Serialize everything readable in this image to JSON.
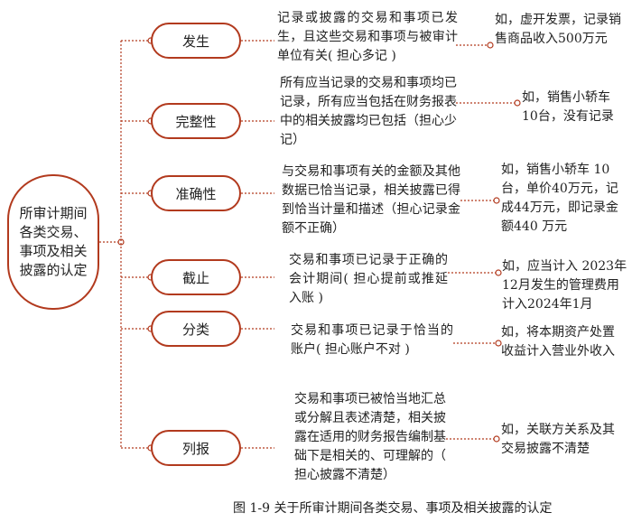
{
  "diagram": {
    "root_label": "所审计期间各类交易、事项及相关披露的认定",
    "assertions": [
      {
        "name": "发生",
        "description": "记录或披露的交易和事项已发生，且这些交易和事项与被审计单位有关( 担心多记 )",
        "example": "如，虚开发票，记录销售商品收入500万元"
      },
      {
        "name": "完整性",
        "description": "所有应当记录的交易和事项均已记录，所有应当包括在财务报表中的相关披露均已包括（担心少记）",
        "example": "如，销售小轿车10台，没有记录"
      },
      {
        "name": "准确性",
        "description": "与交易和事项有关的金额及其他数据已恰当记录，相关披露已得到恰当计量和描述（担心记录金额不正确）",
        "example": "如，销售小轿车 10台，单价40万元，记成44万元，即记录金额440 万元"
      },
      {
        "name": "截止",
        "description": "交易和事项已记录于正确的会计期间( 担心提前或推延入账 )",
        "example": "如，应当计入 2023年12月发生的管理费用计入2024年1月"
      },
      {
        "name": "分类",
        "description": "交易和事项已记录于恰当的账户( 担心账户不对 )",
        "example": "如，将本期资产处置收益计入营业外收入"
      },
      {
        "name": "列报",
        "description": "交易和事项已被恰当地汇总或分解且表述清楚，相关披露在适用的财务报告编制基础下是相关的、可理解的（ 担心披露不清楚）",
        "example": "如，关联方关系及其交易披露不清楚"
      }
    ],
    "caption": "图 1-9   关于所审计期间各类交易、事项及相关披露的认定"
  },
  "colors": {
    "accent": "#b23a1e",
    "text": "#222222"
  }
}
